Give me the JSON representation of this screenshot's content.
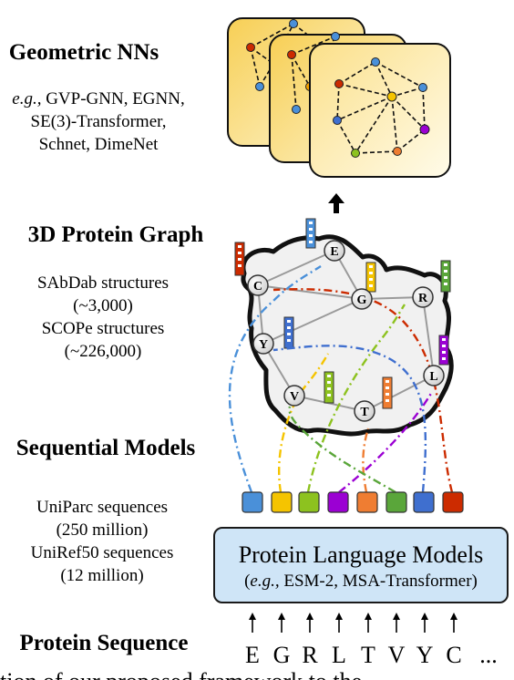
{
  "sections": {
    "gnn": {
      "title": "Geometric NNs",
      "examples_prefix": "e.g.,",
      "examples_line1": " GVP-GNN, EGNN,",
      "examples_line2": "SE(3)-Transformer,",
      "examples_line3": "Schnet, DimeNet"
    },
    "graph": {
      "title": "3D Protein Graph",
      "line1": "SAbDab structures",
      "line2": "(~3,000)",
      "line3": "SCOPe structures",
      "line4": "(~226,000)"
    },
    "sequential": {
      "title": "Sequential Models",
      "line1": "UniParc sequences",
      "line2": "(250 million)",
      "line3": "UniRef50 sequences",
      "line4": "(12 million)"
    },
    "sequence": {
      "title": "Protein Sequence"
    }
  },
  "plm": {
    "title": "Protein Language Models",
    "sub_open": "(",
    "sub_eg": "e.g.,",
    "sub_rest": " ESM-2, MSA-Transformer)"
  },
  "sequence_residues": [
    "E",
    "G",
    "R",
    "L",
    "T",
    "V",
    "Y",
    "C"
  ],
  "sequence_ellipsis": "...",
  "graph_nodes": [
    "E",
    "C",
    "G",
    "R",
    "Y",
    "L",
    "V",
    "T"
  ],
  "cut_text": "tion of our proposed framework to the",
  "colors": {
    "blue": "#4a90d9",
    "yellow": "#f5c400",
    "lime": "#8dc21f",
    "purple": "#9b00d3",
    "orange": "#ef7d32",
    "green": "#5aa63a",
    "navy": "#3f6fcf",
    "red": "#cc2b00",
    "plm_bg": "#cfe5f7",
    "card_bg": "#fde9a6"
  }
}
